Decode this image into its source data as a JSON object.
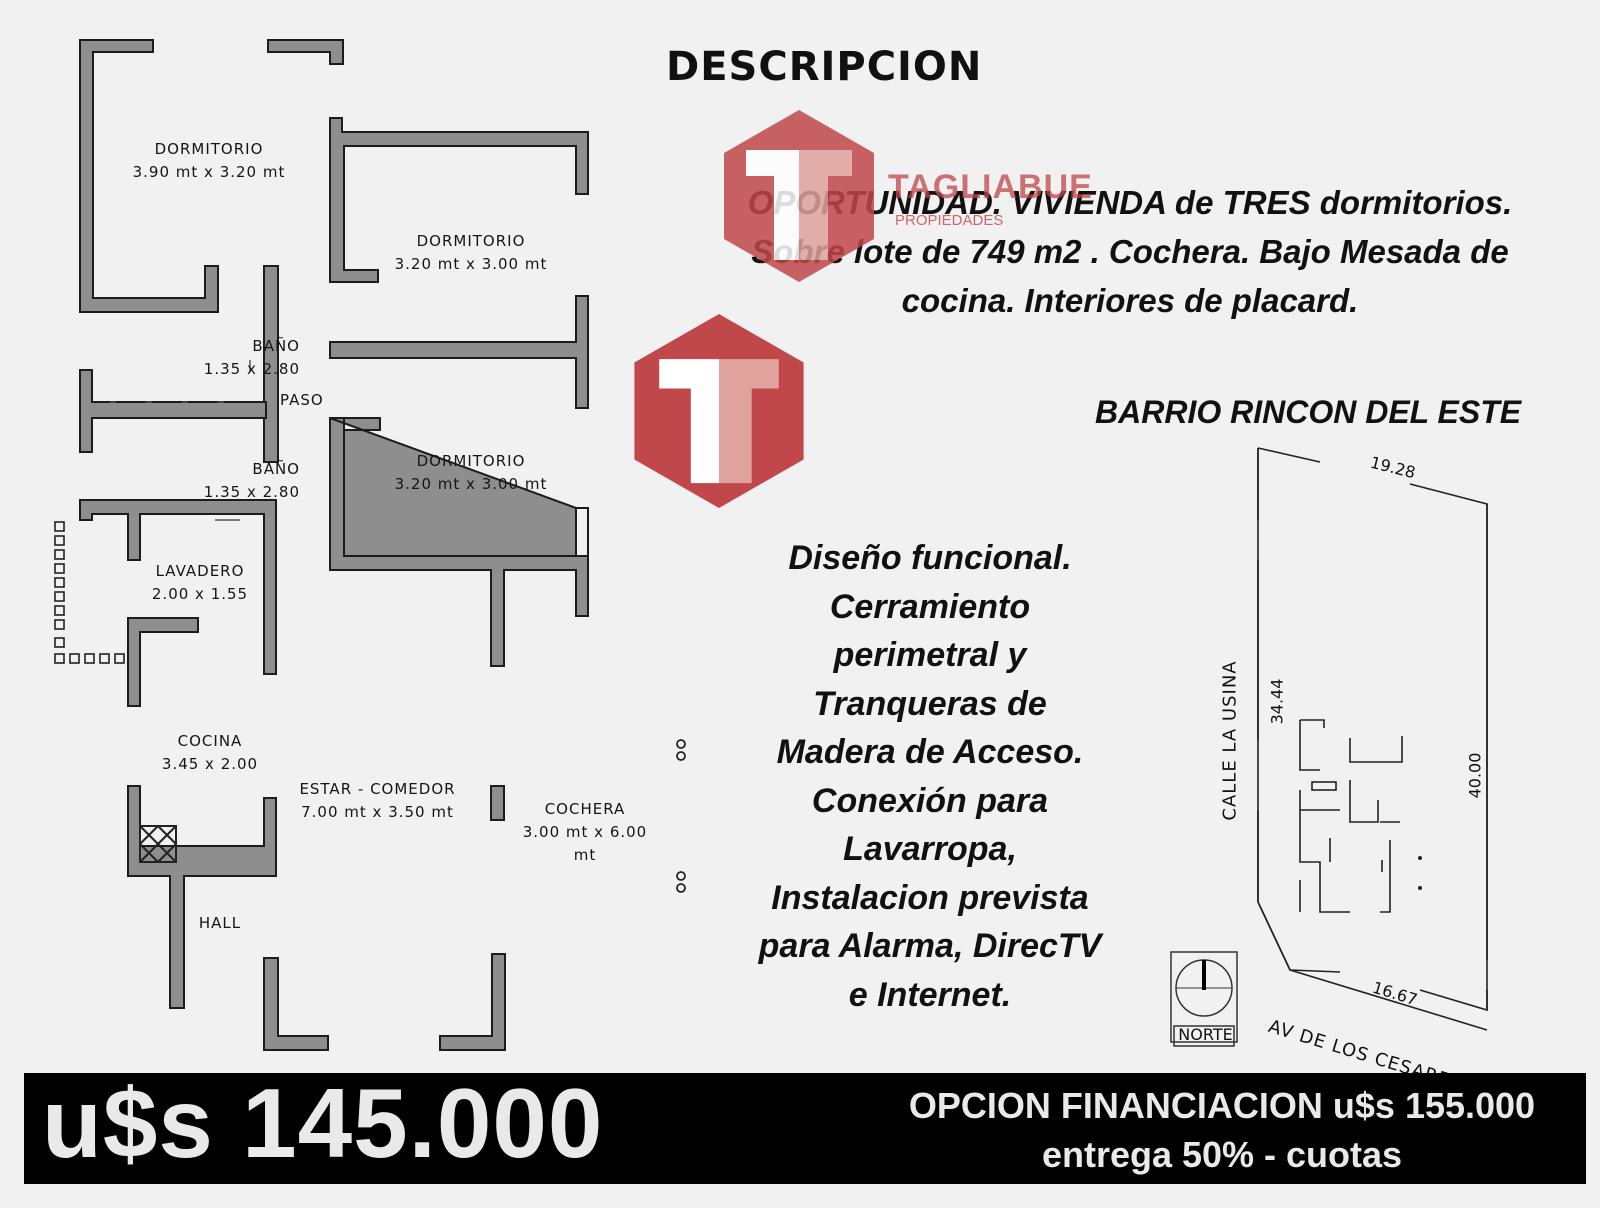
{
  "heading": "DESCRIPCION",
  "description": {
    "line1": "OPORTUNIDAD. VIVIENDA de TRES dormitorios.",
    "line2": "Sobre lote de 749 m2 . Cochera. Bajo Mesada de",
    "line3": "cocina. Interiores de placard."
  },
  "barrio": "BARRIO RINCON DEL ESTE",
  "features": [
    "Diseño funcional.",
    "Cerramiento",
    "perimetral y",
    "Tranqueras de",
    "Madera de Acceso.",
    "Conexión para",
    "Lavarropa,",
    "Instalacion prevista",
    "para Alarma, DirecTV",
    "e Internet."
  ],
  "rooms": {
    "dorm1": {
      "name": "DORMITORIO",
      "size": "3.90 mt x 3.20 mt"
    },
    "dorm2": {
      "name": "DORMITORIO",
      "size": "3.20 mt x 3.00 mt"
    },
    "dorm3": {
      "name": "DORMITORIO",
      "size": "3.20 mt x 3.00 mt"
    },
    "bano1": {
      "name": "BAÑO",
      "size": "1.35 x 2.80"
    },
    "bano2": {
      "name": "BAÑO",
      "size": "1.35 x 2.80"
    },
    "paso": {
      "name": "PASO"
    },
    "lavadero": {
      "name": "LAVADERO",
      "size": "2.00 x 1.55"
    },
    "cocina": {
      "name": "COCINA",
      "size": "3.45 x 2.00"
    },
    "estar": {
      "name": "ESTAR - COMEDOR",
      "size": "7.00 mt x 3.50 mt"
    },
    "cochera": {
      "name": "COCHERA",
      "size": "3.00 mt x 6.00 mt"
    },
    "hall": {
      "name": "HALL"
    }
  },
  "lot": {
    "top": "19.28",
    "left": "34.44",
    "right": "40.00",
    "bottom": "16.67",
    "street_left": "CALLE LA USINA",
    "street_bottom": "AV DE LOS CESARES",
    "north": "NORTE"
  },
  "watermark": {
    "brand": "TAGLIABUE",
    "sub": "PROPIEDADES"
  },
  "footer": {
    "price": "u$s 145.000",
    "financing": "OPCION FINANCIACION u$s 155.000",
    "terms": "entrega 50% - cuotas"
  },
  "colors": {
    "logo_red": "#c0474a",
    "logo_light": "#e0a29c",
    "wall": "#8e8e8e",
    "footer_bg": "#000000"
  }
}
